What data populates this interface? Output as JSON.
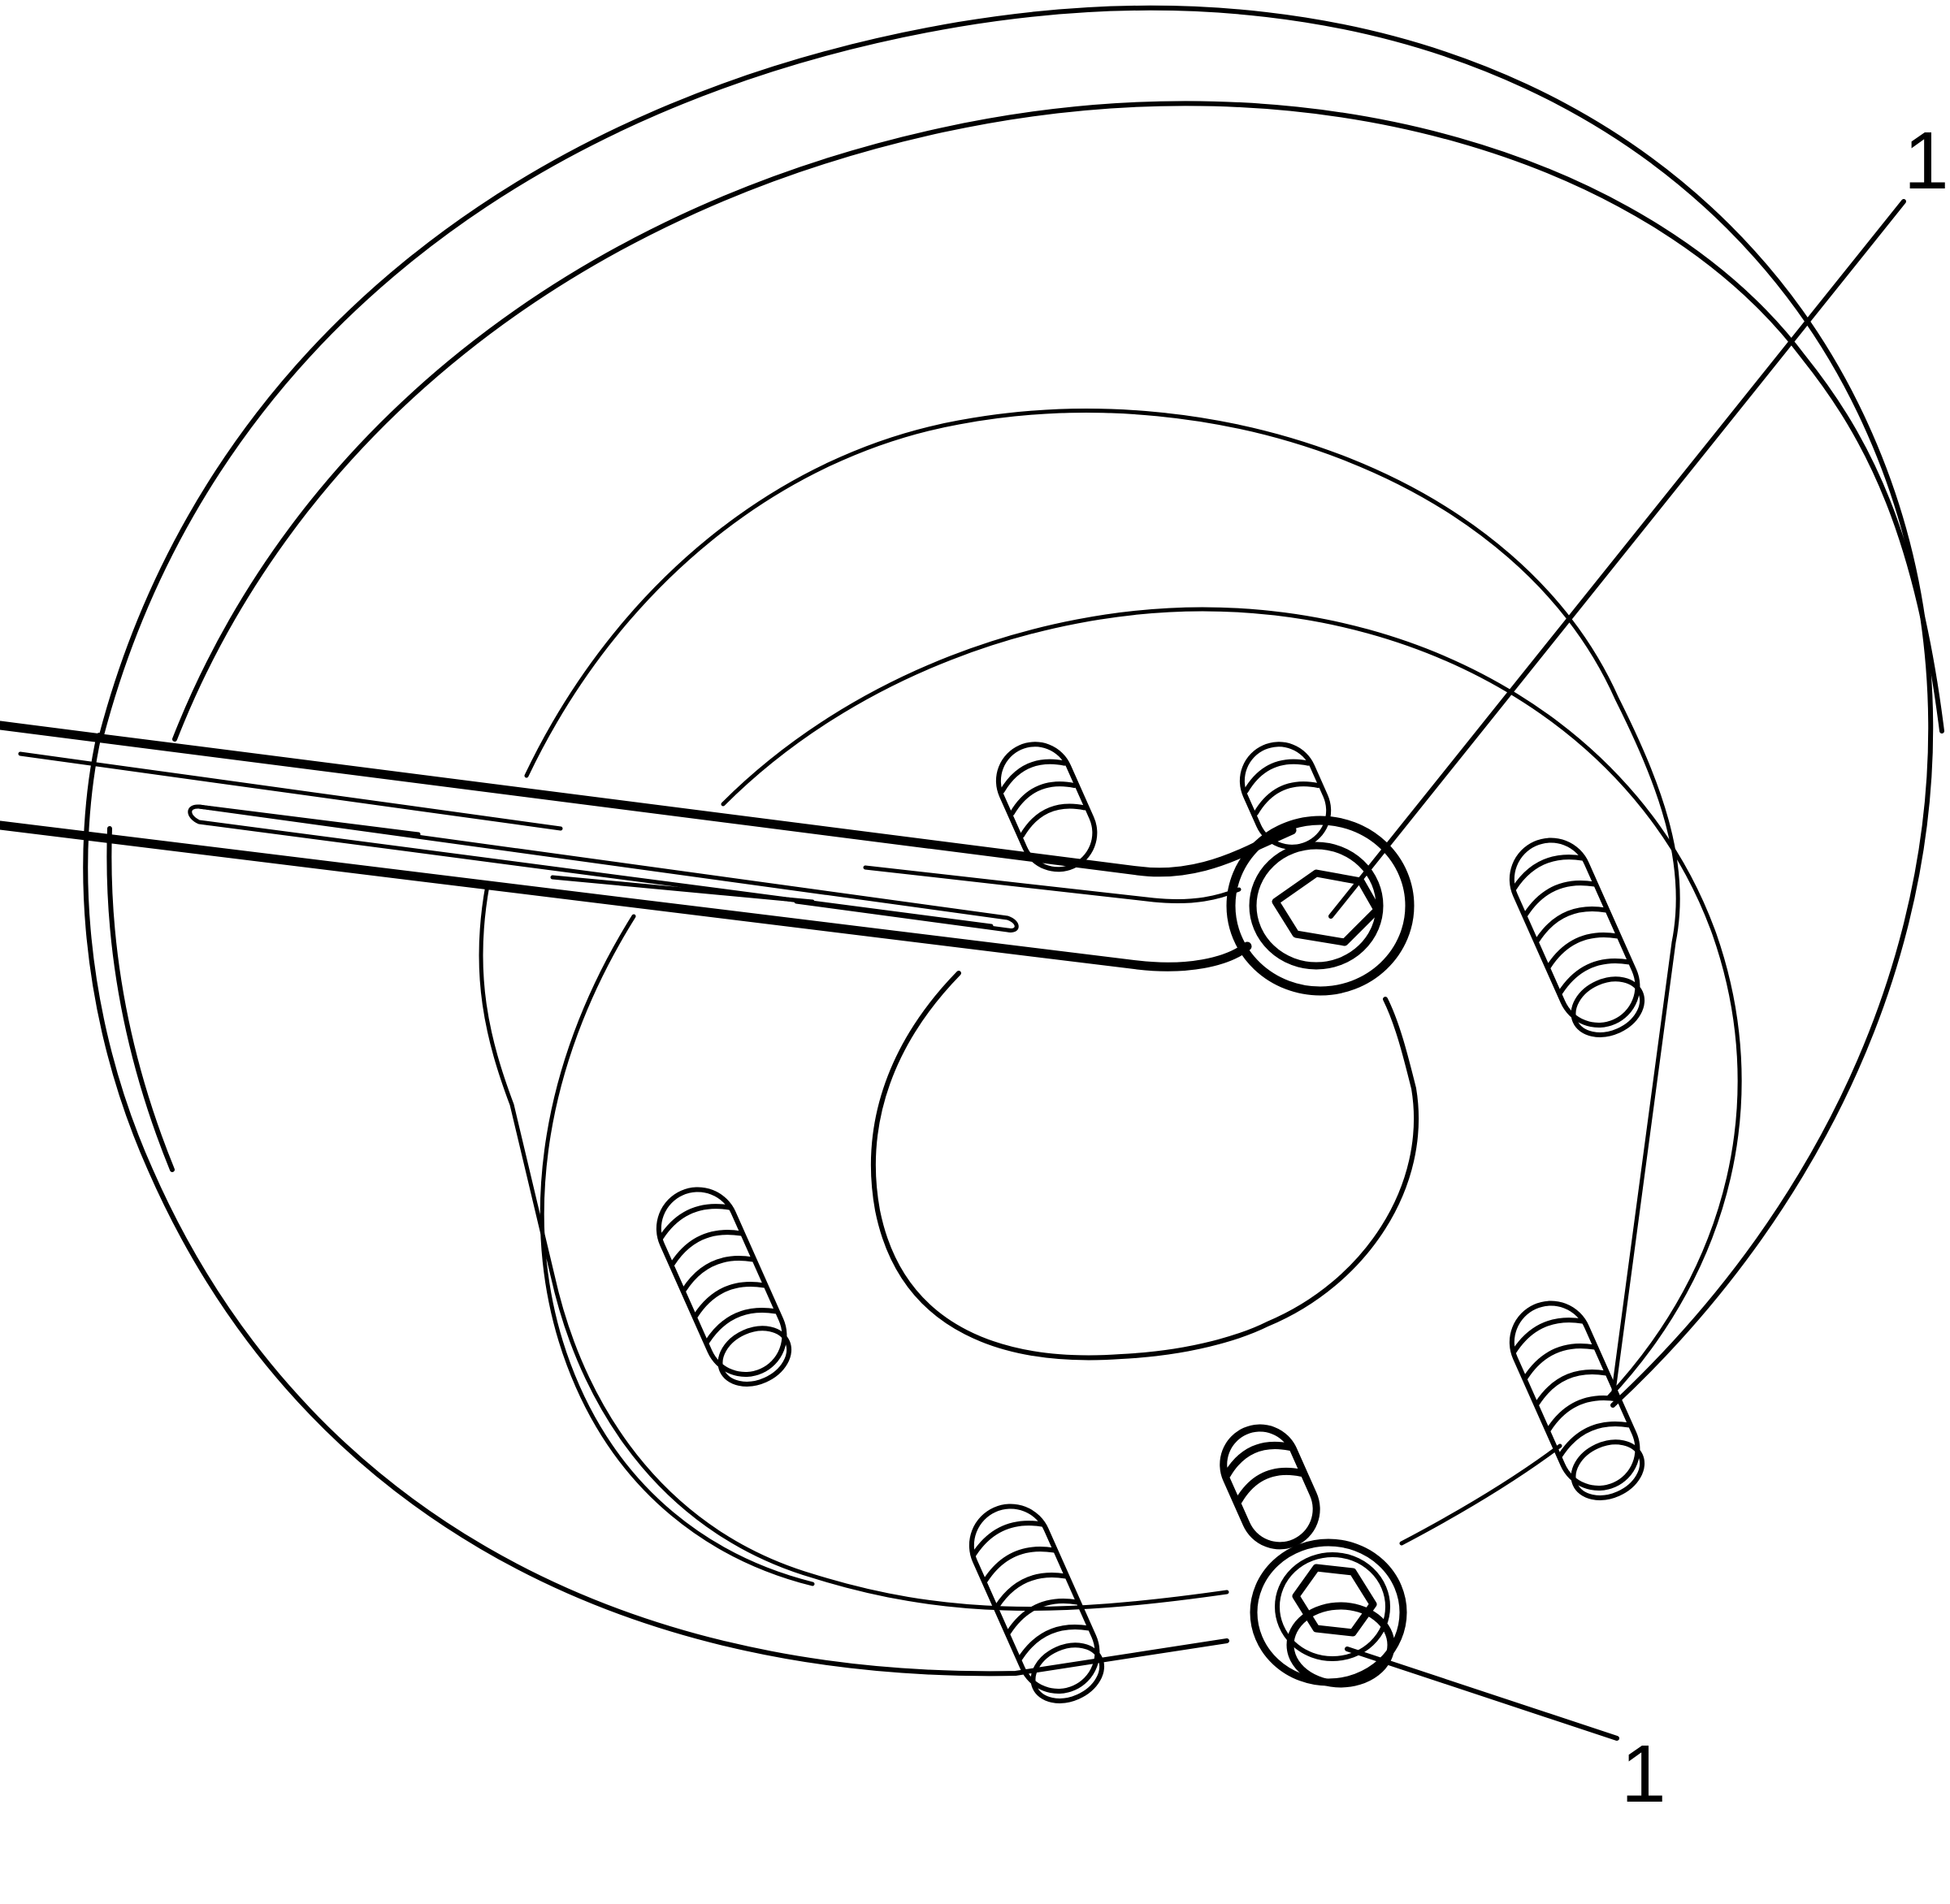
{
  "callouts": [
    {
      "id": "lug-nut-on-wrench",
      "label": "1"
    },
    {
      "id": "lug-nut-on-stud",
      "label": "1"
    }
  ],
  "colors": {
    "ink": "#000000",
    "paper": "#ffffff"
  }
}
